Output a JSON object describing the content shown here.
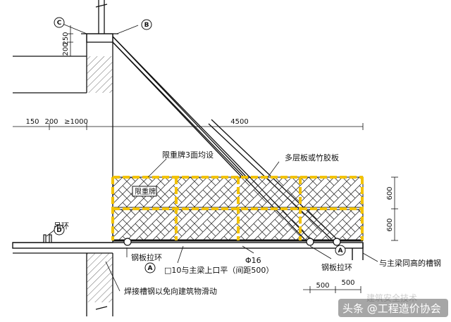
{
  "markers": {
    "c": "C",
    "b": "B",
    "a": "A",
    "d": "D"
  },
  "dimensions": {
    "d250": "250",
    "d200": "200",
    "d150": "150",
    "d200b": "200",
    "d1000": "≥1000",
    "d4500": "4500",
    "d600a": "600",
    "d600b": "600",
    "d500a": "500",
    "d500b": "500"
  },
  "labels": {
    "load_sign_note": "限重牌3面均设",
    "board": "多层板或竹胶板",
    "load_sign": "限重牌",
    "hanging_ring": "吊环",
    "steel_plate_ring_left": "钢板拉环",
    "channel_note": "□10与主梁上口平（间距500）",
    "phi16": "Φ16",
    "steel_plate_ring_right": "钢板拉环",
    "same_height_channel": "与主梁同高的槽钢",
    "weld_note": "焊接槽钢以免向建筑物滑动"
  },
  "watermark": {
    "source": "头条 @工程造价协会",
    "faded": "建筑安全技术"
  },
  "colors": {
    "line": "#111111",
    "board": "#f2c200",
    "hatch": "#333333"
  }
}
